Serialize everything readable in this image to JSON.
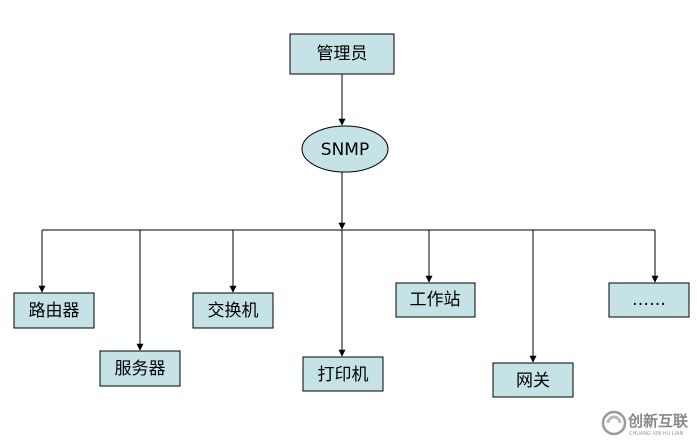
{
  "diagram": {
    "root": "管理员",
    "protocol": "SNMP",
    "devices": [
      "路由器",
      "服务器",
      "交换机",
      "打印机",
      "工作站",
      "网关",
      "……"
    ]
  },
  "colors": {
    "node_fill": "#c5e3e6",
    "node_stroke": "#000000",
    "edge": "#000000"
  },
  "watermark": {
    "text": "创新互联",
    "subtext": "CHUANG XIN HU LIAN"
  }
}
